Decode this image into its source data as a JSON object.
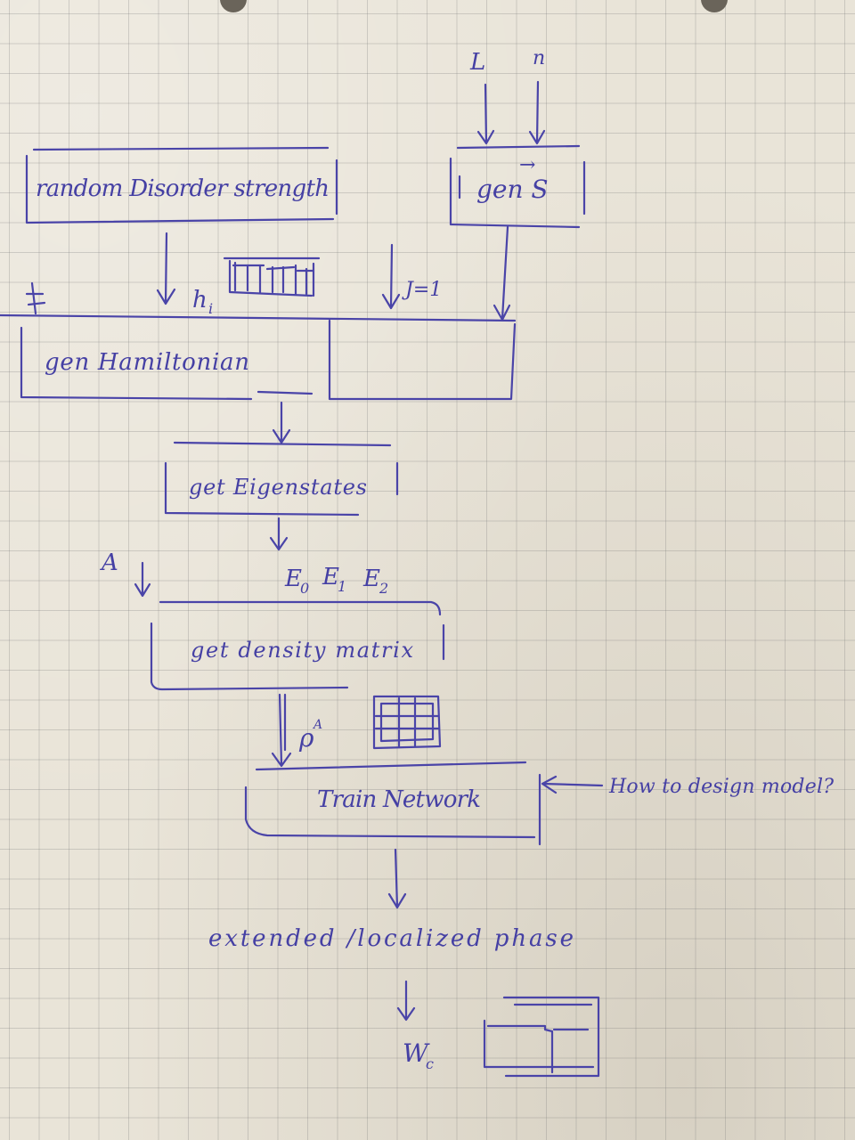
{
  "nodes": {
    "random_disorder": "random Disorder strength",
    "gen_s": "gen S",
    "gen_hamiltonian": "gen Hamiltonian",
    "get_eigenstates": "get Eigenstates",
    "get_density_matrix": "get density matrix",
    "train_network": "Train Network",
    "phase": "extended /localized phase",
    "wc": "W",
    "wc_sub": "c"
  },
  "labels": {
    "input_l": "L",
    "input_n": "n",
    "hi": "h",
    "hi_sub": "i",
    "j": "J=1",
    "energies": "E",
    "e0_sub": "0",
    "e1_sub": "1",
    "e2_sub": "2",
    "subsystem_a": "A",
    "rho": "ρ",
    "rho_sup": "A",
    "question": "How to design model?",
    "vector_arrow": "→"
  },
  "colors": {
    "ink": "#4a44a8",
    "paper": "#e9e4d8",
    "grid": "#9a968c"
  }
}
